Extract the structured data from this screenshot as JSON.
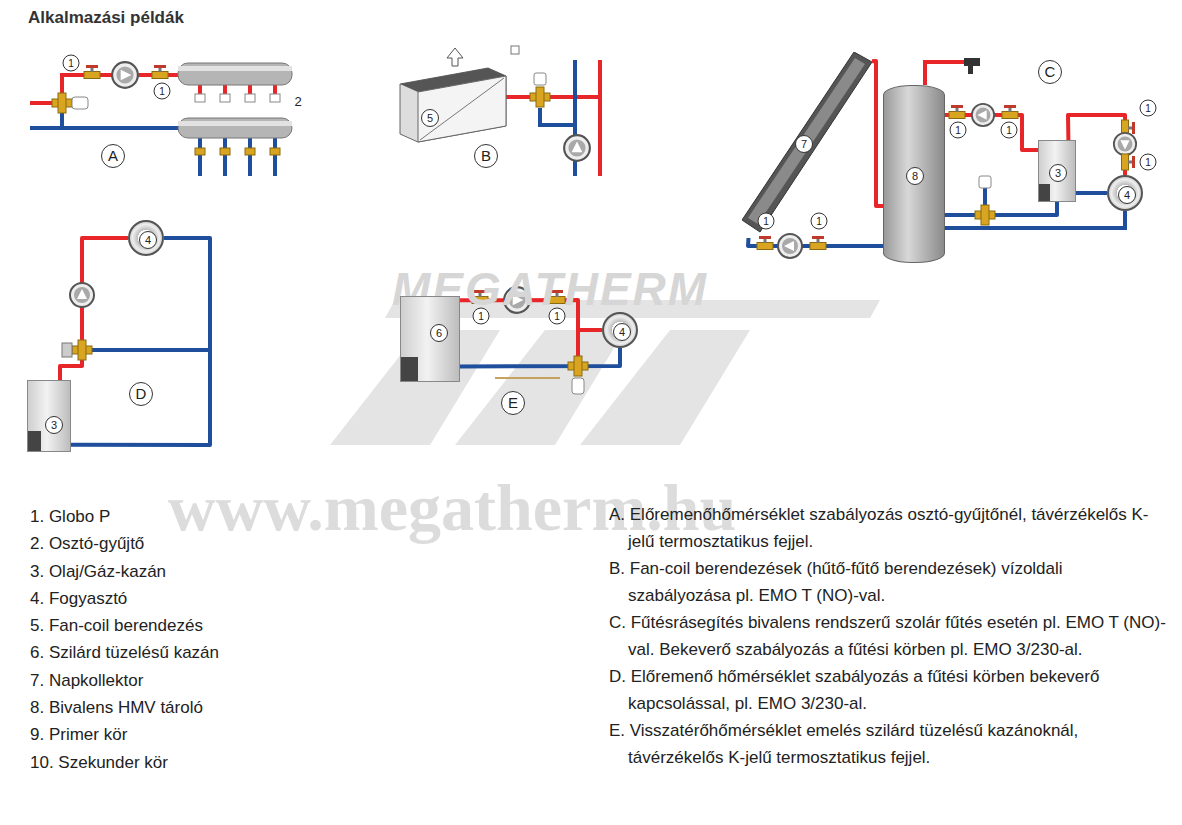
{
  "diagram": {
    "title": "Alkalmazási példák",
    "nodes": [
      {
        "text": [
          "5"
        ]
      },
      {
        "text": [
          "4"
        ]
      },
      {
        "text": [
          "8"
        ]
      },
      {
        "text": [
          "7"
        ]
      },
      {
        "text": [
          "3"
        ]
      },
      {
        "text": [
          "4"
        ]
      },
      {
        "text": [
          "3"
        ]
      },
      {
        "text": [
          "6"
        ]
      },
      {
        "text": [
          "4"
        ]
      }
    ],
    "edges": [
      {
        "from": 3,
        "to": 2,
        "arrow": "none"
      },
      {
        "from": 3,
        "to": 2,
        "arrow": "none"
      },
      {
        "from": 2,
        "to": 4,
        "arrow": "none"
      },
      {
        "from": 2,
        "to": 4,
        "arrow": "none"
      },
      {
        "from": 4,
        "to": 1,
        "arrow": "none"
      },
      {
        "from": 1,
        "to": 4,
        "arrow": "none"
      },
      {
        "from": 6,
        "to": 5,
        "arrow": "none"
      },
      {
        "from": 6,
        "to": 5,
        "arrow": "none"
      },
      {
        "from": 7,
        "to": 8,
        "arrow": "none"
      },
      {
        "from": 7,
        "to": 8,
        "arrow": "none"
      }
    ],
    "labels": [
      "1",
      "1",
      "2",
      "A",
      "B",
      "C",
      "1",
      "1",
      "1",
      "1",
      "1",
      "1",
      "D",
      "1",
      "1",
      "E",
      "MEGATHERM",
      "www.megatherm.hu",
      "1. Globo P",
      "2. Osztó-gyűjtő",
      "3. Olaj/Gáz-kazán",
      "4. Fogyasztó",
      "5. Fan-coil berendezés",
      "6. Szilárd tüzelésű kazán",
      "7. Napkollektor",
      "8. Bivalens HMV tároló",
      "9. Primer kör",
      "10. Szekunder kör",
      "A. Előremenőhőmérséklet szabályozás osztó-gyűjtőnél, távérzékelős K-jelű termosztatikus fejjel.",
      "B. Fan-coil berendezések (hűtő-fűtő berendezések) vízoldali szabályozása pl. EMO T (NO)-val.",
      "C. Fűtésrásegítés bivalens rendszerű szolár fűtés esetén pl. EMO T (NO)-val. Bekeverő szabályozás a fűtési körben pl. EMO 3/230-al.",
      "D. Előremenő hőmérséklet szabályozás a fűtési körben bekeverő kapcsolással, pl. EMO 3/230-al.",
      "E. Visszatérőhőmérséklet emelés szilárd tüzelésű kazánoknál, távérzékelős K-jelű termosztatikus fejjel."
    ]
  }
}
